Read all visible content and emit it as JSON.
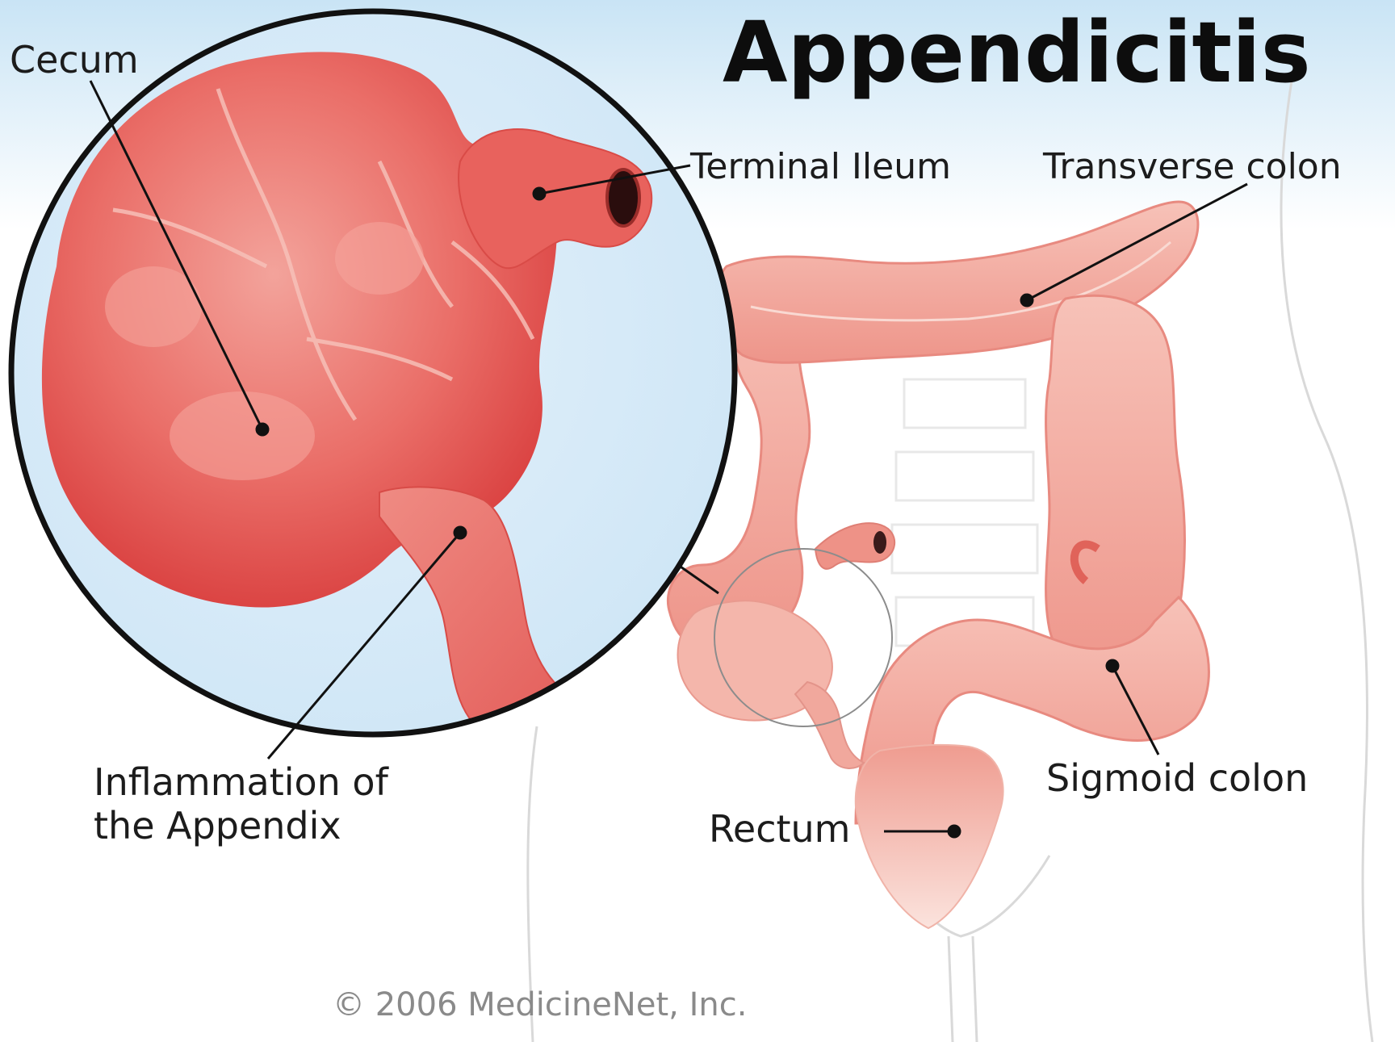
{
  "title": "Appendicitis",
  "labels": {
    "cecum": "Cecum",
    "terminal_ileum": "Terminal Ileum",
    "transverse_colon": "Transverse  colon",
    "inflammation_line1": "Inflammation of",
    "inflammation_line2": "the Appendix",
    "rectum": "Rectum",
    "sigmoid_colon": "Sigmoid colon"
  },
  "copyright": "© 2006 MedicineNet, Inc.",
  "colors": {
    "background_top": "#c9e4f5",
    "background_bottom": "#ffffff",
    "magnifier_fill": "#d6eaf8",
    "tissue_dark": "#e04a48",
    "tissue_mid": "#ec7a74",
    "tissue_light": "#f6b9ae",
    "colon": "#f0a59a",
    "outline": "#111111"
  }
}
